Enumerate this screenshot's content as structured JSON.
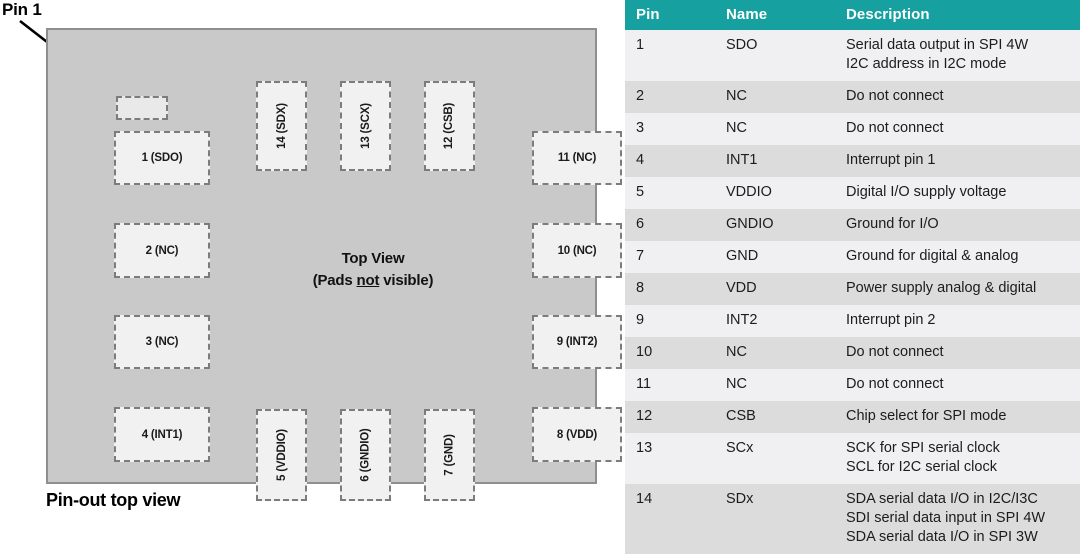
{
  "diagram": {
    "pin1_callout": "Pin 1",
    "center_line1": "Top View",
    "center_line2_pre": "(Pads ",
    "center_line2_em": "not",
    "center_line2_post": " visible)",
    "caption": "Pin-out top view",
    "body_color": "#c9c9c9",
    "pad_color": "#f1f1f1",
    "pad_border_color": "#7c7c7c",
    "pads": {
      "marker": "",
      "p1": "1 (SDO)",
      "p2": "2 (NC)",
      "p3": "3 (NC)",
      "p4": "4 (INT1)",
      "p5": "5 (VDDIO)",
      "p6": "6 (GNDIO)",
      "p7": "7 (GND)",
      "p8": "8 (VDD)",
      "p9": "9 (INT2)",
      "p10": "10 (NC)",
      "p11": "11 (NC)",
      "p12": "12 (CSB)",
      "p13": "13 (SCX)",
      "p14": "14 (SDX)"
    }
  },
  "table": {
    "header_color": "#16a0a0",
    "row_color_odd": "#f0f0f2",
    "row_color_even": "#dcdcdc",
    "headers": {
      "pin": "Pin",
      "name": "Name",
      "description": "Description"
    },
    "rows": [
      {
        "pin": "1",
        "name": "SDO",
        "description": "Serial data output in SPI 4W\nI2C address in I2C mode"
      },
      {
        "pin": "2",
        "name": "NC",
        "description": "Do not connect"
      },
      {
        "pin": "3",
        "name": "NC",
        "description": "Do not connect"
      },
      {
        "pin": "4",
        "name": "INT1",
        "description": "Interrupt pin 1"
      },
      {
        "pin": "5",
        "name": "VDDIO",
        "description": "Digital I/O supply voltage"
      },
      {
        "pin": "6",
        "name": "GNDIO",
        "description": "Ground for I/O"
      },
      {
        "pin": "7",
        "name": "GND",
        "description": "Ground for digital & analog"
      },
      {
        "pin": "8",
        "name": "VDD",
        "description": "Power supply analog & digital"
      },
      {
        "pin": "9",
        "name": "INT2",
        "description": "Interrupt pin 2"
      },
      {
        "pin": "10",
        "name": "NC",
        "description": "Do not connect"
      },
      {
        "pin": "11",
        "name": "NC",
        "description": "Do not connect"
      },
      {
        "pin": "12",
        "name": "CSB",
        "description": "Chip select for SPI mode"
      },
      {
        "pin": "13",
        "name": "SCx",
        "description": "SCK for SPI serial clock\nSCL for I2C serial clock"
      },
      {
        "pin": "14",
        "name": "SDx",
        "description": "SDA serial data I/O in I2C/I3C\nSDI serial data input in SPI 4W\nSDA serial data I/O in SPI 3W"
      }
    ]
  }
}
